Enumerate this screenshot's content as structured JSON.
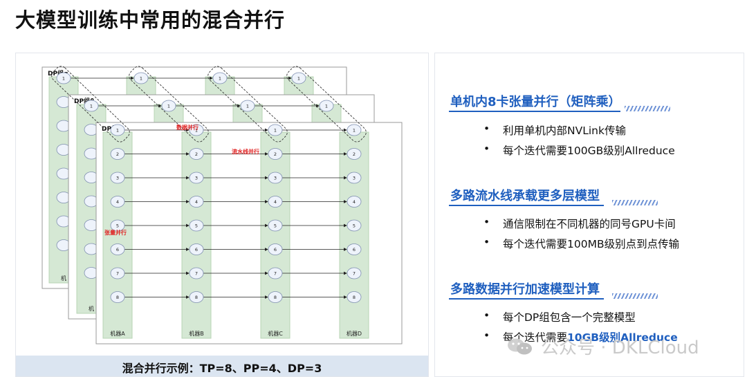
{
  "title": "大模型训练中常用的混合并行",
  "diagram": {
    "groups": [
      "DP组α",
      "DP组β",
      "DP组γ"
    ],
    "machines": [
      "机器A",
      "机器B",
      "机器C",
      "机器D"
    ],
    "node_ids": [
      "1",
      "2",
      "3",
      "4",
      "5",
      "6",
      "7",
      "8"
    ],
    "back_machine_label": "机",
    "labels": {
      "data_parallel": "数据并行",
      "pipeline_parallel": "流水线并行",
      "tensor_parallel": "张量并行"
    },
    "caption": "混合并行示例：TP=8、PP=4、DP=3"
  },
  "sections": [
    {
      "heading": "单机内8卡张量并行（矩阵乘）",
      "bullets": [
        "利用单机内部NVLink传输",
        "每个迭代需要100GB级别Allreduce"
      ]
    },
    {
      "heading": "多路流水线承载更多层模型",
      "bullets": [
        "通信限制在不同机器的同号GPU卡间",
        "每个迭代需要100MB级别点到点传输"
      ]
    },
    {
      "heading": "多路数据并行加速模型计算",
      "bullets": [
        "每个DP组包含一个完整模型"
      ],
      "last_bullet_prefix": "每个迭代需要",
      "last_bullet_highlight": "10GB级别Allreduce"
    }
  ],
  "bullet_symbol": "•",
  "watermark": {
    "text": "公众号 · DKLCloud"
  },
  "colors": {
    "accent": "#1f5fbf",
    "machine_green": "#d5e8d4",
    "red_label": "#e02020",
    "caption_bg": "#dbe5f1"
  }
}
